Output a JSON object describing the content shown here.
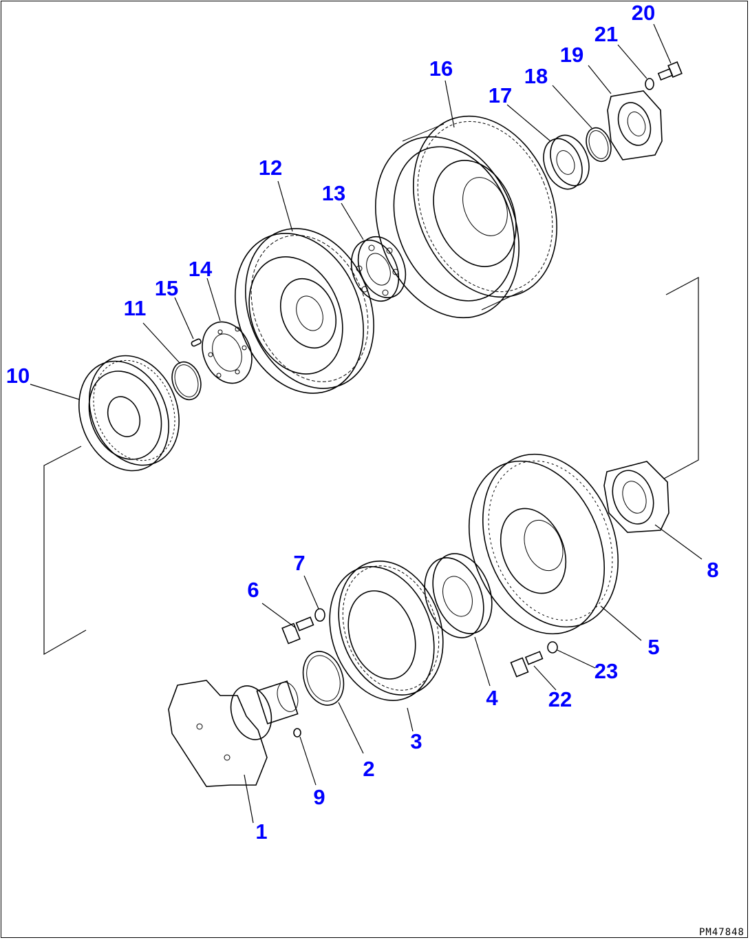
{
  "diagram": {
    "callouts": [
      "1",
      "2",
      "3",
      "4",
      "5",
      "6",
      "7",
      "8",
      "9",
      "10",
      "11",
      "12",
      "13",
      "14",
      "15",
      "16",
      "17",
      "18",
      "19",
      "20",
      "21",
      "22",
      "23"
    ],
    "drawing_code": "PM47848",
    "colors": {
      "callout": "#0000ff",
      "line": "#000000",
      "background": "#ffffff"
    }
  }
}
